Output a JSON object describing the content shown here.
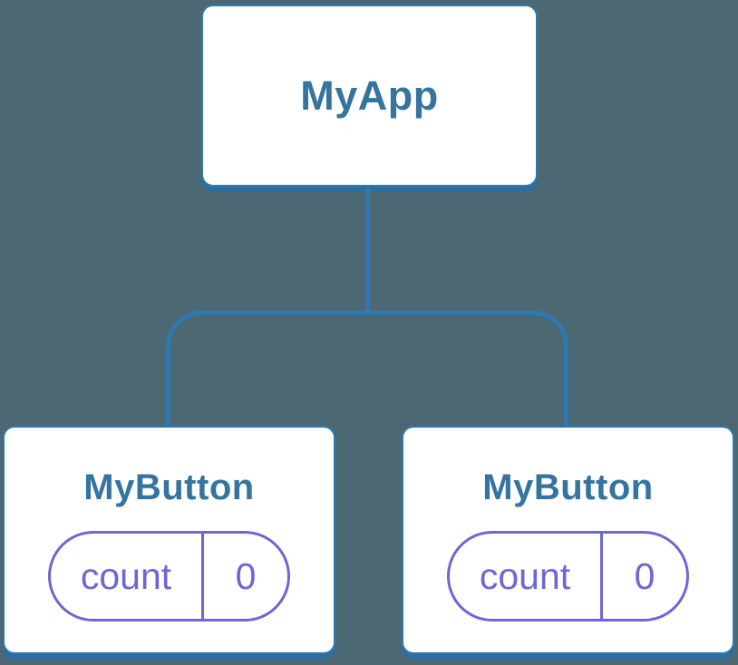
{
  "diagram": {
    "type": "component-tree",
    "colors": {
      "background_color": "#4C6973",
      "connector_color": "#2E79B2",
      "card_shadow_color": "#2D6E9F",
      "title_color": "#35749E",
      "state_color": "#6F66D6",
      "card_background": "#FFFFFF"
    },
    "root": {
      "label": "MyApp"
    },
    "children": [
      {
        "label": "MyButton",
        "state": {
          "key": "count",
          "value": "0"
        }
      },
      {
        "label": "MyButton",
        "state": {
          "key": "count",
          "value": "0"
        }
      }
    ]
  }
}
